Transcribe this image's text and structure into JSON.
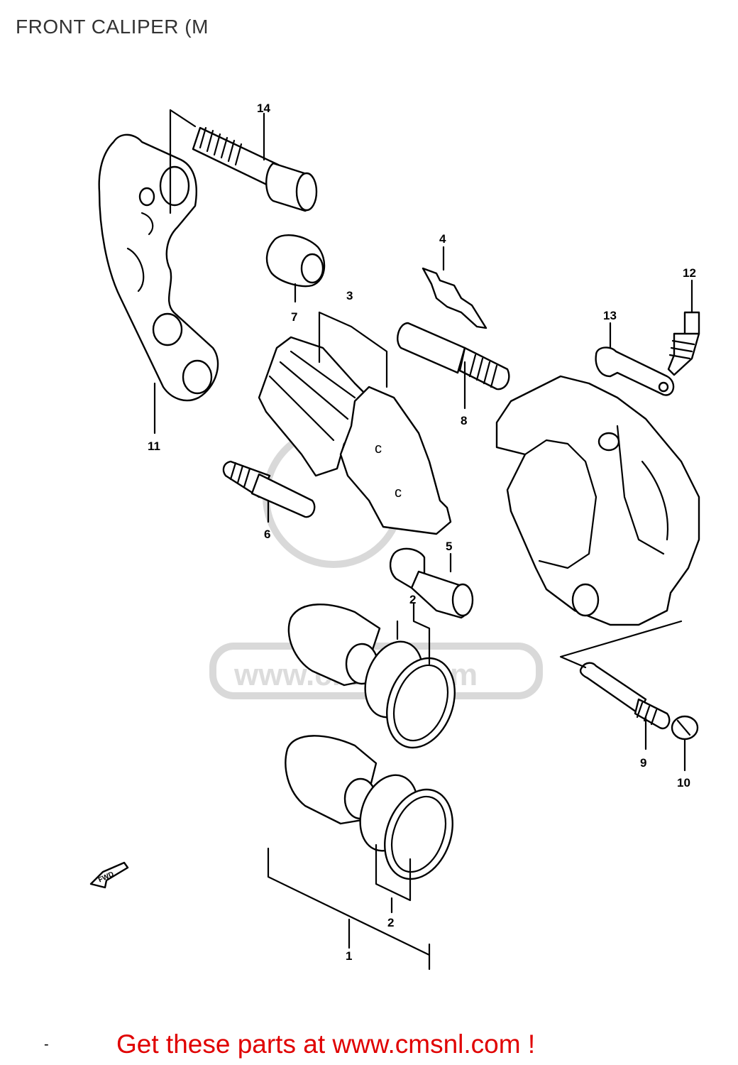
{
  "title": "FRONT CALIPER (M",
  "watermark": {
    "text": "www.cmsnl.com"
  },
  "fwd_arrow": "FWD",
  "parts": [
    {
      "no": "1"
    },
    {
      "no": "2"
    },
    {
      "no": "2"
    },
    {
      "no": "3"
    },
    {
      "no": "4"
    },
    {
      "no": "5"
    },
    {
      "no": "6"
    },
    {
      "no": "7"
    },
    {
      "no": "8"
    },
    {
      "no": "9"
    },
    {
      "no": "10"
    },
    {
      "no": "11"
    },
    {
      "no": "12"
    },
    {
      "no": "13"
    },
    {
      "no": "14"
    }
  ],
  "footer": {
    "dash": "-",
    "link": "Get these parts at www.cmsnl.com !",
    "link_color": "#e00000"
  }
}
